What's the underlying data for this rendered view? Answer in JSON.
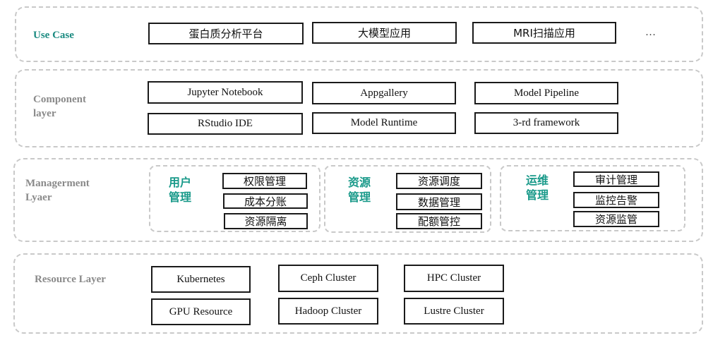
{
  "use_case": {
    "label": "Use Case",
    "items": [
      "蛋白质分析平台",
      "大模型应用",
      "MRI扫描应用"
    ],
    "more": "…"
  },
  "component": {
    "label": "Component\nlayer",
    "items": [
      "Jupyter Notebook",
      "Appgallery",
      "Model Pipeline",
      "RStudio IDE",
      "Model Runtime",
      "3-rd framework"
    ]
  },
  "management": {
    "label": "Managerment\nLyaer",
    "groups": [
      {
        "title": "用户\n管理",
        "items": [
          "权限管理",
          "成本分账",
          "资源隔离"
        ]
      },
      {
        "title": "资源\n管理",
        "items": [
          "资源调度",
          "数据管理",
          "配额管控"
        ]
      },
      {
        "title": "运维\n管理",
        "items": [
          "审计管理",
          "监控告警",
          "资源监管"
        ]
      }
    ]
  },
  "resource": {
    "label": "Resource Layer",
    "items": [
      "Kubernetes",
      "Ceph Cluster",
      "HPC Cluster",
      "GPU Resource",
      "Hadoop Cluster",
      "Lustre Cluster"
    ]
  }
}
